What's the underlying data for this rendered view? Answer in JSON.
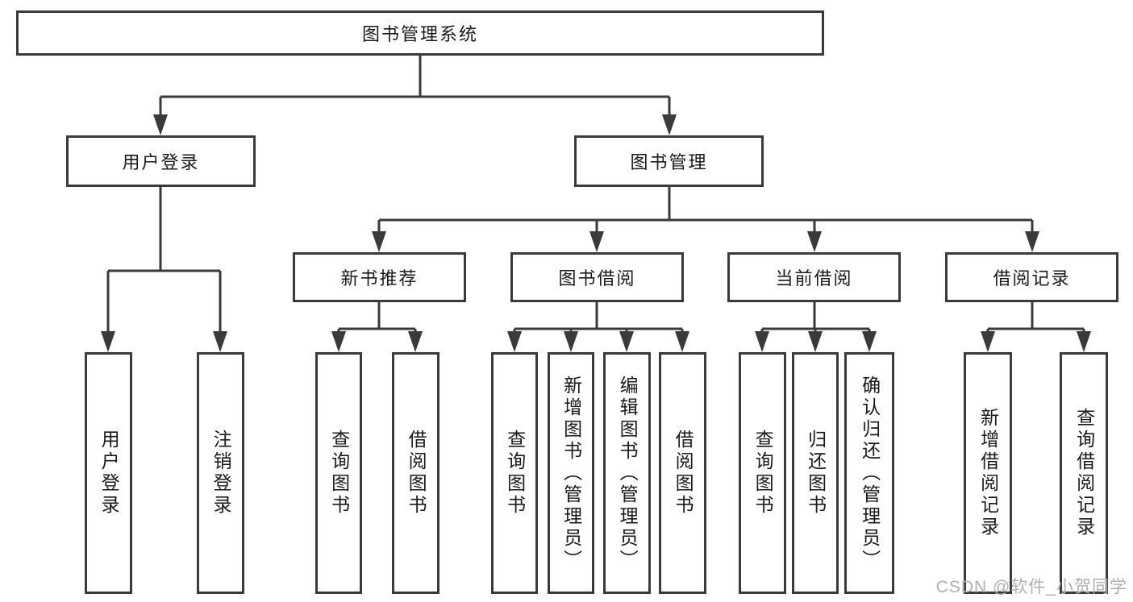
{
  "diagram": {
    "root": {
      "label": "图书管理系统"
    },
    "level2": [
      {
        "label": "用户登录"
      },
      {
        "label": "图书管理"
      }
    ],
    "level3": [
      {
        "label": "新书推荐"
      },
      {
        "label": "图书借阅"
      },
      {
        "label": "当前借阅"
      },
      {
        "label": "借阅记录"
      }
    ],
    "leaves": [
      {
        "label": "用户登录"
      },
      {
        "label": "注销登录"
      },
      {
        "label": "查询图书"
      },
      {
        "label": "借阅图书"
      },
      {
        "label": "查询图书"
      },
      {
        "label": "新增图书（管理员）"
      },
      {
        "label": "编辑图书（管理员）"
      },
      {
        "label": "借阅图书"
      },
      {
        "label": "查询图书"
      },
      {
        "label": "归还图书"
      },
      {
        "label": "确认归还（管理员）"
      },
      {
        "label": "新增借阅记录"
      },
      {
        "label": "查询借阅记录"
      }
    ]
  },
  "watermark": {
    "text": "CSDN @软件_小贺同学"
  },
  "colors": {
    "line": "#3a3a3a",
    "text": "#1a1a1a",
    "background": "#ffffff",
    "watermark": "#b0b0b0"
  }
}
